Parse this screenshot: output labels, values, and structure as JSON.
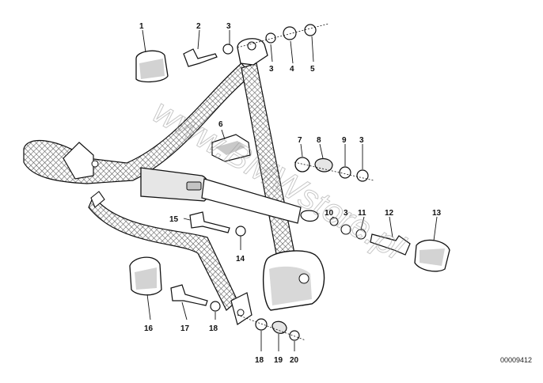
{
  "watermark": "www.BMWstore.pl",
  "diagram_ref": "00009412",
  "callouts": {
    "c1": "1",
    "c2": "2",
    "c3a": "3",
    "c3b": "3",
    "c4": "4",
    "c5": "5",
    "c6": "6",
    "c7": "7",
    "c8": "8",
    "c9": "9",
    "c3c": "3",
    "c10": "10",
    "c3d": "3",
    "c11": "11",
    "c12": "12",
    "c13": "13",
    "c14": "14",
    "c15": "15",
    "c16": "16",
    "c17": "17",
    "c18a": "18",
    "c18b": "18",
    "c19": "19",
    "c20": "20"
  },
  "colors": {
    "line": "#111111",
    "belt": "#6e6e6e",
    "shade": "#cfcfcf",
    "dark": "#444444"
  }
}
